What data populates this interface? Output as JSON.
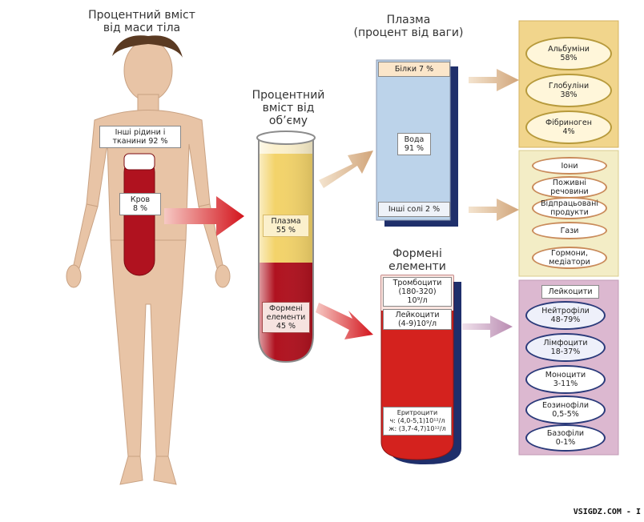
{
  "colors": {
    "skin": "#e8c4a6",
    "blood": "#b0121f",
    "plasma": "#f3d36a",
    "plasma_box": "#bcd3ea",
    "gold_panel": "#f1d58c",
    "light_panel": "#f3edc6",
    "purple_panel": "#dcb8d0",
    "navy": "#1f2f6b"
  },
  "body_section": {
    "title_line1": "Процентний вміст",
    "title_line2": "від маси тіла",
    "other_fluids_line1": "Інші рідини і",
    "other_fluids_line2": "тканини 92 %",
    "blood_line1": "Кров",
    "blood_line2": "8 %"
  },
  "tube_section": {
    "title_line1": "Процентний",
    "title_line2": "вміст від",
    "title_line3": "об’єму",
    "plasma_line1": "Плазма",
    "plasma_line2": "55 %",
    "formed_line1": "Формені",
    "formed_line2": "елементи",
    "formed_line3": "45 %"
  },
  "plasma_section": {
    "title_line1": "Плазма",
    "title_line2": "(процент від ваги)",
    "proteins": "Білки 7 %",
    "water_line1": "Вода",
    "water_line2": "91 %",
    "salts": "Інші солі 2 %"
  },
  "proteins_panel": [
    {
      "name": "Альбуміни",
      "value": "58%"
    },
    {
      "name": "Глобуліни",
      "value": "38%"
    },
    {
      "name": "Фібриноген",
      "value": "4%"
    }
  ],
  "other_panel": [
    {
      "line1": "Іони",
      "line2": ""
    },
    {
      "line1": "Поживні",
      "line2": "речовини"
    },
    {
      "line1": "Відпрацьовані",
      "line2": "продукти"
    },
    {
      "line1": "Гази",
      "line2": ""
    },
    {
      "line1": "Гормони,",
      "line2": "медіатори"
    }
  ],
  "formed_section": {
    "title_line1": "Формені",
    "title_line2": "елементи",
    "platelets_line1": "Тромбоцити",
    "platelets_line2": "(180-320)",
    "platelets_line3": "10⁹/л",
    "leukocytes_line1": "Лейкоцити",
    "leukocytes_line2": "(4-9)10⁹/л",
    "erythrocytes_line1": "Еритроцити",
    "erythrocytes_line2": "ч: (4,0-5,1)10¹²/л",
    "erythrocytes_line3": "ж: (3,7-4,7)10¹²/л"
  },
  "leukocyte_panel": {
    "title": "Лейкоцити",
    "items": [
      {
        "name": "Нейтрофіли",
        "value": "48-79%"
      },
      {
        "name": "Лімфоцити",
        "value": "18-37%"
      },
      {
        "name": "Моноцити",
        "value": "3-11%"
      },
      {
        "name": "Еозинофіли",
        "value": "0,5-5%"
      },
      {
        "name": "Базофіли",
        "value": "0-1%"
      }
    ]
  },
  "footer": "VSIGDZ.COM - I"
}
